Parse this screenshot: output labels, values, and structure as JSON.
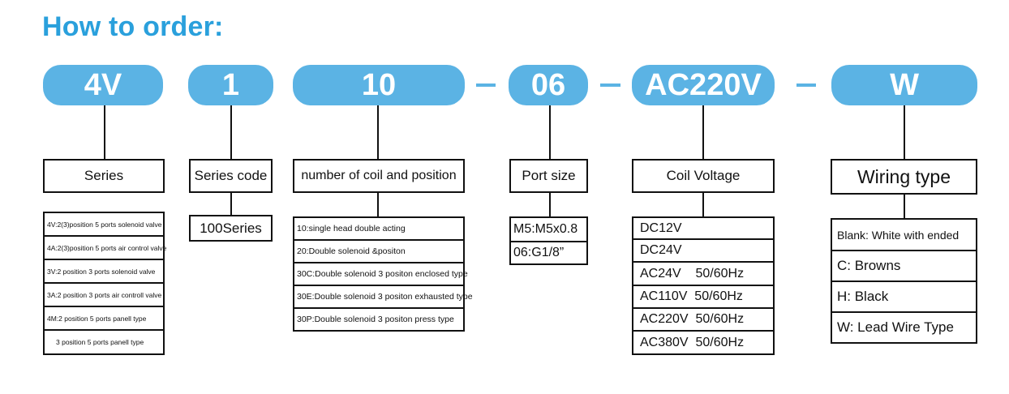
{
  "title": "How to order:",
  "codes": [
    {
      "code": "4V",
      "label": "Series",
      "options": [
        "4V:2(3)position 5 ports solenoid valve",
        "4A:2(3)position 5 ports air control valve",
        "3V:2 position 3 ports solenoid valve",
        "3A:2 position 3 ports air controll valve",
        "4M:2 position 5 ports panell type",
        "3 position 5 ports panell type"
      ]
    },
    {
      "code": "1",
      "label": "Series code",
      "options": [
        "100Series"
      ]
    },
    {
      "code": "10",
      "label": "number of coil and position",
      "options": [
        "10:single head double acting",
        "20:Double solenoid &positon",
        "30C:Double solenoid 3 positon enclosed type",
        "30E:Double solenoid 3 positon exhausted type",
        "30P:Double solenoid 3 positon press type"
      ]
    },
    {
      "code": "06",
      "label": "Port size",
      "options": [
        "M5:M5x0.8",
        "06:G1/8”"
      ]
    },
    {
      "code": "AC220V",
      "label": "Coil Voltage",
      "options": [
        "DC12V",
        "DC24V",
        "AC24V    50/60Hz",
        "AC110V  50/60Hz",
        "AC220V  50/60Hz",
        "AC380V  50/60Hz"
      ]
    },
    {
      "code": "W",
      "label": "Wiring type",
      "options": [
        "Blank: White with ended",
        "C: Browns",
        "H: Black",
        "W: Lead Wire Type"
      ]
    }
  ],
  "colors": {
    "accent": "#5bb3e4",
    "title": "#2aa0dc",
    "line": "#111111"
  }
}
